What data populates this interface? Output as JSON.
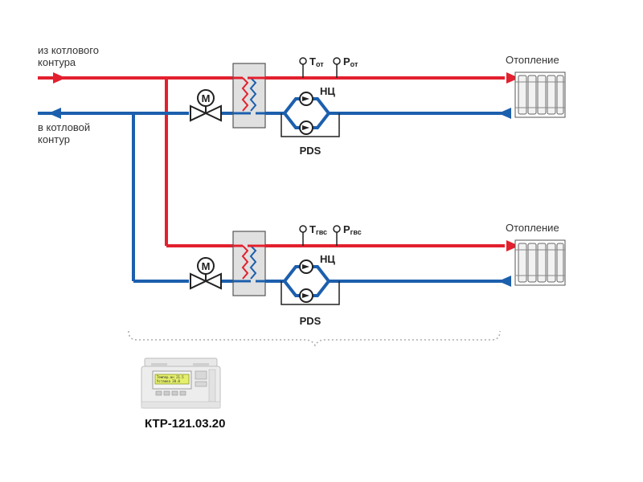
{
  "colors": {
    "supply": "#e3202e",
    "return": "#1c5fad",
    "equipment_fill": "#e0e0e0",
    "equipment_stroke": "#444444"
  },
  "labels": {
    "from_boiler_line1": "из котлового",
    "from_boiler_line2": "контура",
    "to_boiler_line1": "в котловой",
    "to_boiler_line2": "контур"
  },
  "circuits": [
    {
      "load_label": "Отопление",
      "temp_sensor_main": "T",
      "temp_sensor_sub": "от",
      "pressure_sensor_main": "P",
      "pressure_sensor_sub": "от",
      "pump_group_label": "НЦ",
      "pressure_switch_label": "PDS",
      "valve_actuator_label": "M"
    },
    {
      "load_label": "Отопление",
      "temp_sensor_main": "T",
      "temp_sensor_sub": "гвс",
      "pressure_sensor_main": "P",
      "pressure_sensor_sub": "гвс",
      "pump_group_label": "НЦ",
      "pressure_switch_label": "PDS",
      "valve_actuator_label": "M"
    }
  ],
  "controller": {
    "model": "КТР-121.03.20",
    "display_line1": "Темпер.вн 21.5",
    "display_line2": "Уставка 20.0"
  },
  "icons": {
    "motor": "motor-actuator-icon",
    "valve": "two-way-valve-icon",
    "pump": "circulation-pump-icon",
    "heat_exchanger": "plate-heat-exchanger-icon",
    "radiator": "radiator-icon",
    "sensor": "sensor-probe-icon"
  }
}
